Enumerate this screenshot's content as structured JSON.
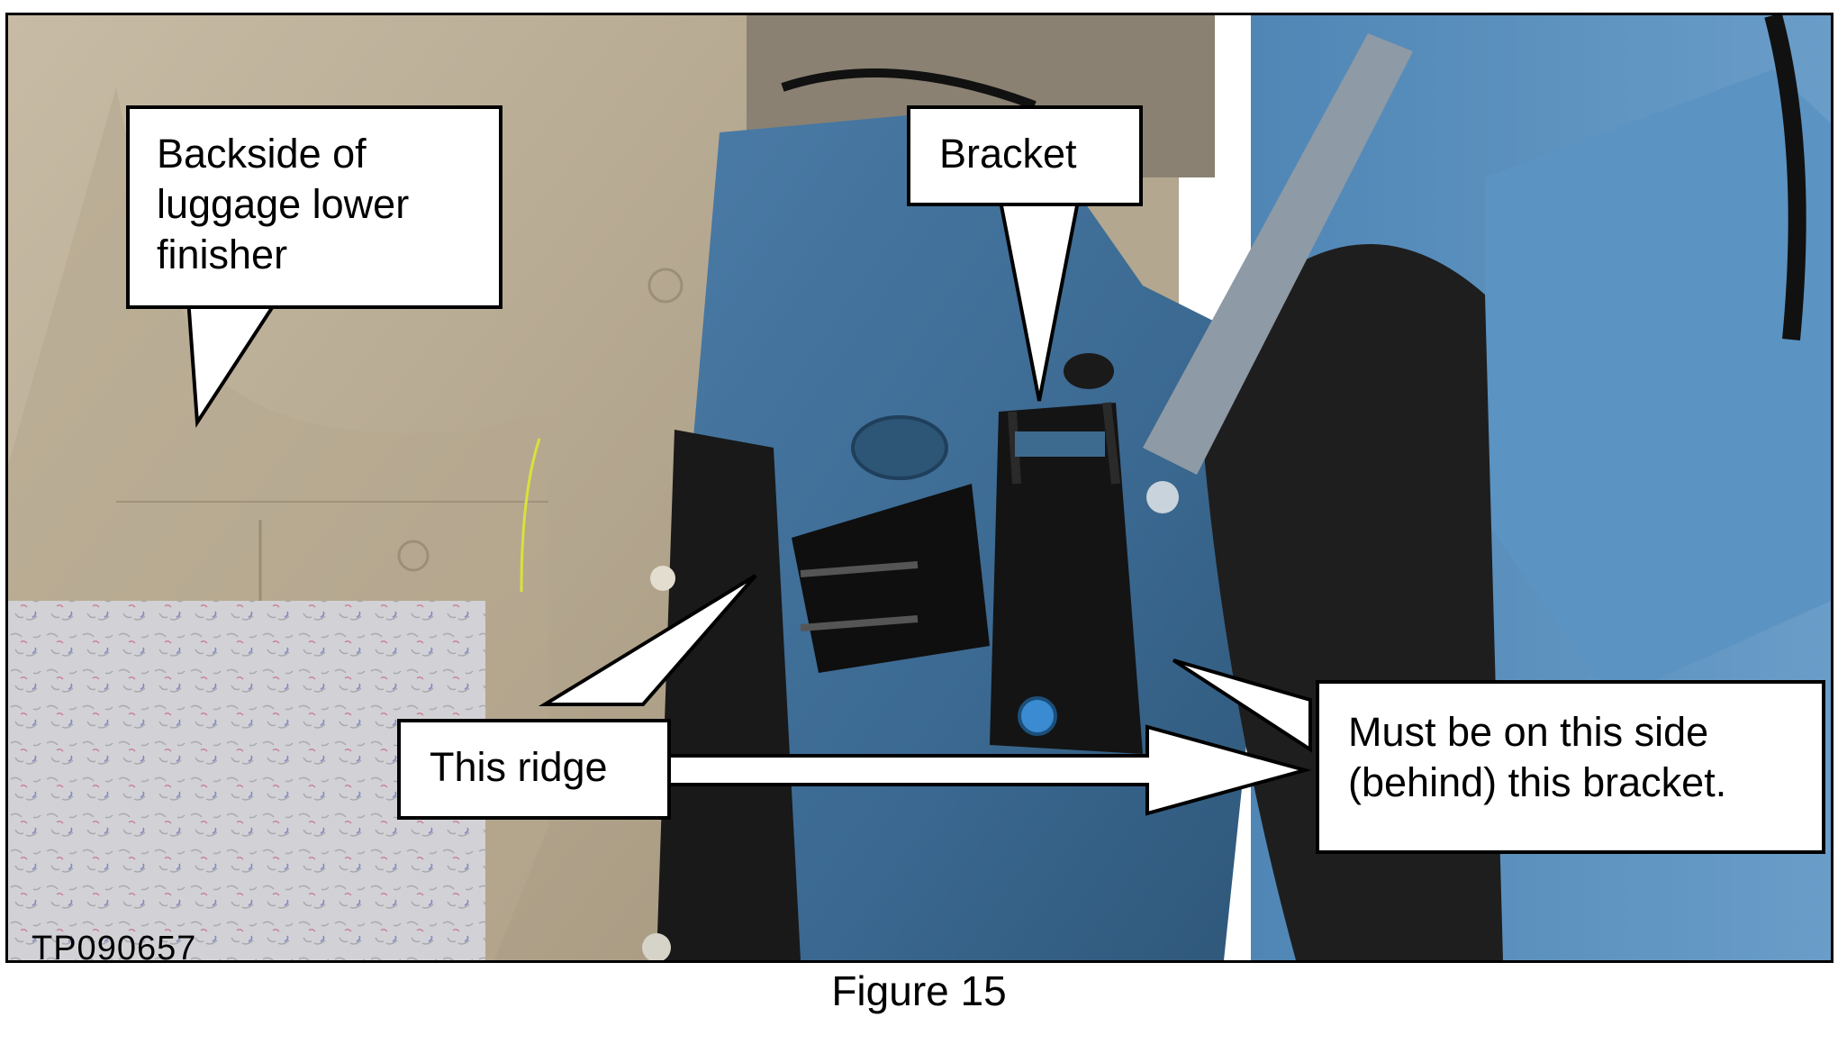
{
  "callouts": {
    "backside": "Backside of\nluggage lower\nfinisher",
    "bracket": "Bracket",
    "ridge": "This ridge",
    "side": "Must be on this side\n(behind) this bracket."
  },
  "photo_code": "TP090657",
  "caption": "Figure 15",
  "colors": {
    "trim_panel": "#b8ab93",
    "body_blue": "#3f6e97",
    "felt": "#cfcfd2",
    "carpet": "#1c1c1c",
    "bracket": "#111111"
  }
}
